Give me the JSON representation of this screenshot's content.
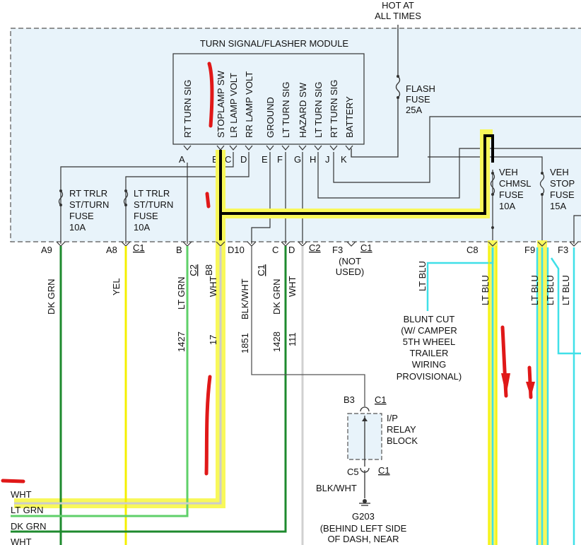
{
  "header": {
    "hot_line1": "HOT AT",
    "hot_line2": "ALL TIMES"
  },
  "module": {
    "title": "TURN SIGNAL/FLASHER MODULE",
    "pins": [
      {
        "letter": "A",
        "label": "RT TURN SIG"
      },
      {
        "letter": "B",
        "label": "STOPLAMP SW"
      },
      {
        "letter": "C",
        "label": "LR LAMP VOLT"
      },
      {
        "letter": "D",
        "label": "RR LAMP VOLT"
      },
      {
        "letter": "E",
        "label": "GROUND"
      },
      {
        "letter": "F",
        "label": "LT TURN SIG"
      },
      {
        "letter": "G",
        "label": "HAZARD SW"
      },
      {
        "letter": "H",
        "label": "LT TURN SIG"
      },
      {
        "letter": "J",
        "label": "RT TURN SIG"
      },
      {
        "letter": "K",
        "label": "BATTERY"
      }
    ]
  },
  "fuses": {
    "flash": {
      "l1": "FLASH",
      "l2": "FUSE",
      "l3": "25A"
    },
    "rt_trlr": {
      "l1": "RT TRLR",
      "l2": "ST/TURN",
      "l3": "FUSE",
      "l4": "10A"
    },
    "lt_trlr": {
      "l1": "LT TRLR",
      "l2": "ST/TURN",
      "l3": "FUSE",
      "l4": "10A"
    },
    "veh_chmsl": {
      "l1": "VEH",
      "l2": "CHMSL",
      "l3": "FUSE",
      "l4": "10A"
    },
    "veh_stop": {
      "l1": "VEH",
      "l2": "STOP",
      "l3": "FUSE",
      "l4": "15A"
    }
  },
  "connectors": {
    "a9": "A9",
    "a8": "A8",
    "c1": "C1",
    "b": "B",
    "c2": "C2",
    "b8": "B8",
    "d10": "D10",
    "c": "C",
    "d": "D",
    "f3": "F3",
    "c8": "C8",
    "f9": "F9",
    "not_used_1": "(NOT",
    "not_used_2": "USED)"
  },
  "wires": {
    "dk_grn": "DK GRN",
    "yel": "YEL",
    "lt_grn": "LT GRN",
    "wht": "WHT",
    "blk_wht": "BLK/WHT",
    "lt_blu": "LT BLU",
    "c1427": "1427",
    "c17": "17",
    "c1851": "1851",
    "c1428": "1428",
    "c111": "111"
  },
  "blunt_cut": {
    "l1": "BLUNT CUT",
    "l2": "(W/ CAMPER",
    "l3": "5TH WHEEL",
    "l4": "TRAILER",
    "l5": "WIRING",
    "l6": "PROVISIONAL)"
  },
  "relay_block": {
    "b3": "B3",
    "c5": "C5",
    "c1": "C1",
    "l1": "I/P",
    "l2": "RELAY",
    "l3": "BLOCK",
    "wire": "BLK/WHT",
    "ground": "G203",
    "loc1": "(BEHIND LEFT SIDE",
    "loc2": "OF DASH, NEAR"
  },
  "bottom_wires": {
    "w1": "WHT",
    "w2": "LT GRN",
    "w3": "DK GRN",
    "w4": "WHT"
  },
  "colors": {
    "shade": "#e8f3fa",
    "dk_grn": "#1e8a2e",
    "lt_grn": "#5fd06a",
    "yel": "#f4f000",
    "lt_blu": "#40e0e8",
    "highlight": "#f8f85a",
    "annotation": "#e01818"
  }
}
